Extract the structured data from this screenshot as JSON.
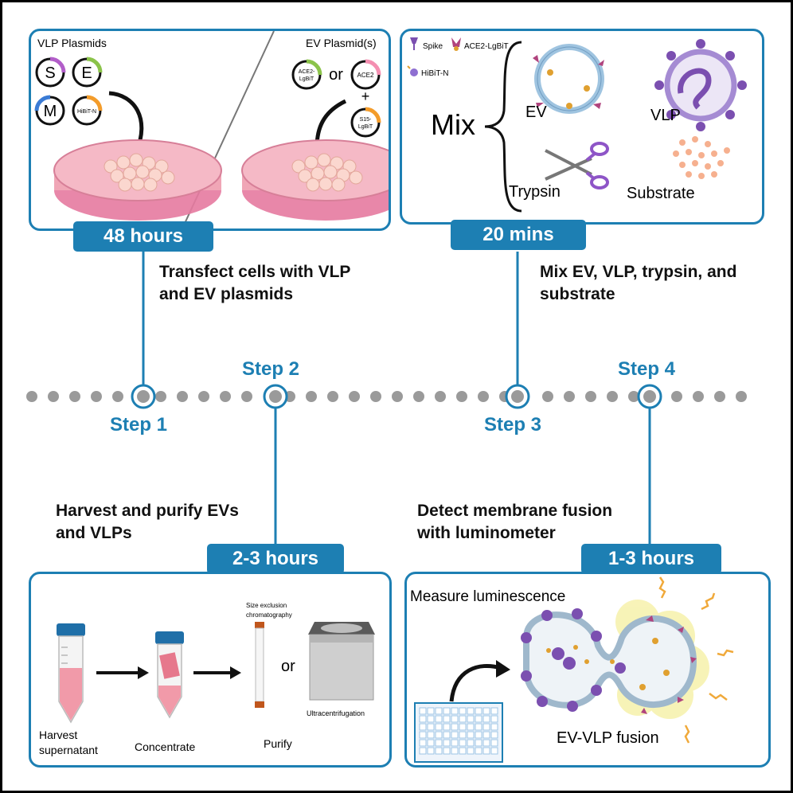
{
  "colors": {
    "accent": "#1d7fb3",
    "dot": "#9a9a9a",
    "dish": "#f0a6b6",
    "purple": "#7b4fb0"
  },
  "panel1": {
    "vlp_title": "VLP Plasmids",
    "ev_title": "EV Plasmid(s)",
    "plasmid_s": "S",
    "plasmid_e": "E",
    "plasmid_m": "M",
    "plasmid_hibit": "HiBiT-N",
    "plasmid_ace2_lgbit_1": "ACE2-",
    "plasmid_ace2_lgbit_2": "LgBiT",
    "or": "or",
    "plasmid_ace2": "ACE2",
    "plus": "+",
    "plasmid_s15_1": "S15-",
    "plasmid_s15_2": "LgBiT",
    "time": "48 hours"
  },
  "panel2": {
    "legend_spike": "Spike",
    "legend_ace2": "ACE2-LgBiT",
    "legend_hibit": "HiBiT-N",
    "mix": "Mix",
    "ev": "EV",
    "vlp": "VLP",
    "trypsin": "Trypsin",
    "substrate": "Substrate",
    "time": "20 mins"
  },
  "steps": {
    "step1": "Step 1",
    "step2": "Step 2",
    "step3": "Step 3",
    "step4": "Step 4",
    "desc1_line1": "Transfect cells with VLP",
    "desc1_line2": "and EV plasmids",
    "desc2_line1": "Harvest and purify EVs",
    "desc2_line2": "and VLPs",
    "desc3_line1": "Mix EV, VLP, trypsin, and",
    "desc3_line2": "substrate",
    "desc4_line1": "Detect membrane fusion",
    "desc4_line2": "with luminometer"
  },
  "panel3": {
    "time": "2-3 hours",
    "sec_1": "Size exclusion",
    "sec_2": "chromatography",
    "or": "or",
    "ultra": "Ultracentrifugation",
    "harvest_1": "Harvest",
    "harvest_2": "supernatant",
    "concentrate": "Concentrate",
    "purify": "Purify"
  },
  "panel4": {
    "time": "1-3 hours",
    "title": "Measure luminescence",
    "fusion": "EV-VLP fusion"
  }
}
